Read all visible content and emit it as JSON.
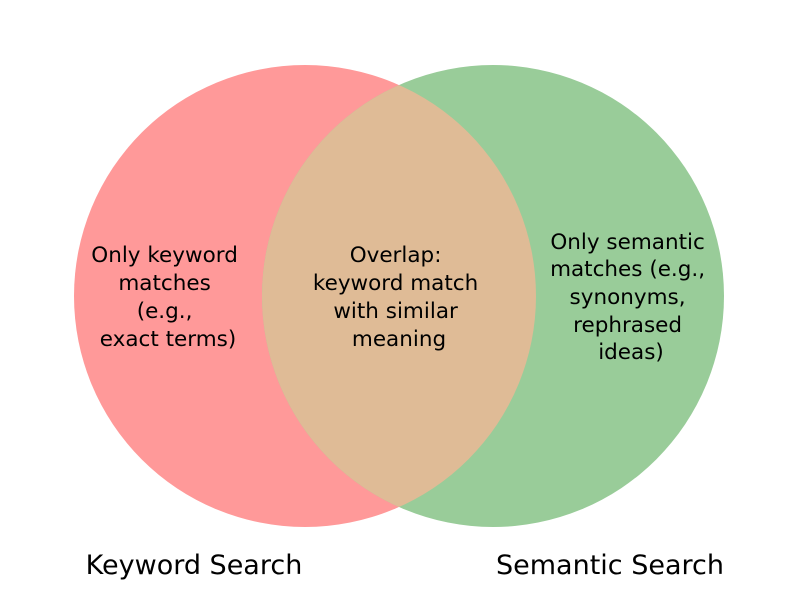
{
  "diagram": {
    "type": "venn-2",
    "colors": {
      "left_only": "#ff9999",
      "right_only": "#99cc99",
      "overlap": "#dfbb96"
    },
    "sets": [
      {
        "name": "Keyword Search"
      },
      {
        "name": "Semantic Search"
      }
    ],
    "regions": {
      "left_only": [
        "Only keyword",
        "matches",
        "(e.g.,",
        "exact terms)"
      ],
      "overlap": [
        "Overlap:",
        "keyword match",
        "with similar",
        "meaning"
      ],
      "right_only": [
        "Only semantic",
        "matches (e.g.,",
        "synonyms,",
        "rephrased",
        "ideas)"
      ]
    }
  }
}
